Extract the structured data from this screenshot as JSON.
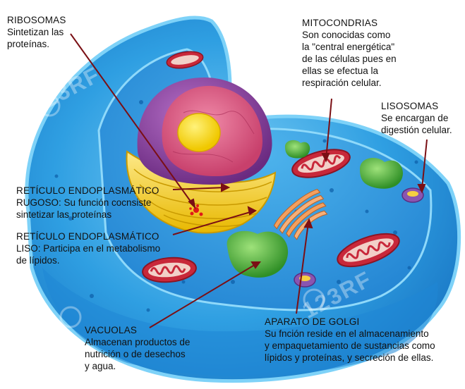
{
  "labels": {
    "ribosomas": {
      "title": "RIBOSOMAS",
      "lines": [
        "Sintetizan las",
        "proteínas."
      ]
    },
    "mitocondrias": {
      "title": "MITOCONDRIAS",
      "lines": [
        "Son conocidas como",
        "la \"central energética\"",
        "de las células pues en",
        "ellas se efectua la",
        "respiración celular."
      ]
    },
    "lisosomas": {
      "title": "LISOSOMAS",
      "lines": [
        "Se encargan de",
        "digestión celular."
      ]
    },
    "reticulo_rugoso": {
      "title": "RETÍCULO ENDOPLASMÁTICO",
      "lines": [
        "RUGOSO: Su función cocnsiste",
        "sintetizar las proteínas"
      ]
    },
    "reticulo_liso": {
      "title": "RETÍCULO ENDOPLASMÁTICO",
      "lines": [
        "LISO: Participa en el metabolismo",
        "de lípidos."
      ]
    },
    "vacuolas": {
      "title": "VACUOLAS",
      "lines": [
        "Almacenan productos de",
        "nutrición o de desechos",
        "y agua."
      ]
    },
    "golgi": {
      "title": "APARATO DE GOLGI",
      "lines": [
        "Su fnción reside en el almacenamiento",
        "y empaquetamiento de sustancias como",
        "lípidos y proteínas, y secreción de ellas."
      ]
    }
  },
  "watermark": "123RF",
  "colors": {
    "cytoplasm": "#2e9be0",
    "membrane": "#6ec8f5",
    "nucleus_envelope": "#8b3fa0",
    "nucleus": "#d9537e",
    "nucleolus": "#f5d000",
    "reticulum": "#f0d21a",
    "mitochondria": "#c8283a",
    "vacuole": "#4fb83a",
    "golgi": "#f2a060",
    "lysosome": "#8a55b0",
    "pointer": "#7a0f14"
  }
}
